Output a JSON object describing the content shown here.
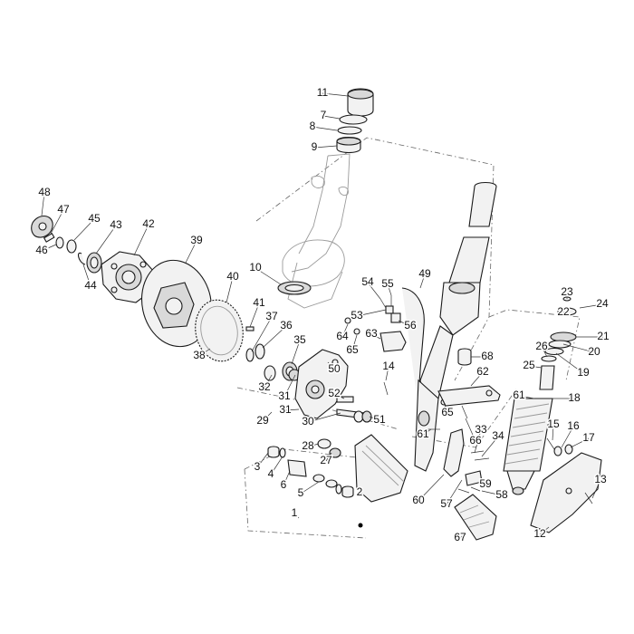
{
  "callouts": [
    "1",
    "2",
    "3",
    "4",
    "5",
    "6",
    "7",
    "8",
    "9",
    "10",
    "11",
    "12",
    "13",
    "14",
    "15",
    "16",
    "17",
    "18",
    "19",
    "20",
    "21",
    "22",
    "23",
    "24",
    "25",
    "26",
    "27",
    "28",
    "29",
    "30",
    "31",
    "32",
    "33",
    "34",
    "35",
    "36",
    "37",
    "38",
    "39",
    "40",
    "41",
    "42",
    "43",
    "44",
    "45",
    "46",
    "47",
    "48",
    "49",
    "50",
    "51",
    "52",
    "53",
    "54",
    "55",
    "56",
    "57",
    "58",
    "59",
    "60",
    "61",
    "62",
    "63",
    "64",
    "65",
    "66",
    "67",
    "68"
  ]
}
